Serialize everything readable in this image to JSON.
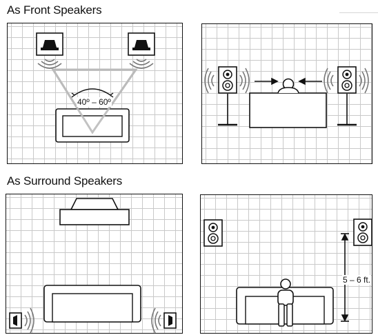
{
  "sections": {
    "front": {
      "heading": "As Front Speakers"
    },
    "surround": {
      "heading": "As Surround Speakers"
    }
  },
  "labels": {
    "angle_range": "40º – 60º",
    "height_range": "5 – 6 ft."
  },
  "icons": [
    "speaker-top-view-icon",
    "speaker-front-view-icon",
    "speaker-side-view-icon",
    "couch-icon",
    "listener-icon",
    "tv-icon"
  ]
}
